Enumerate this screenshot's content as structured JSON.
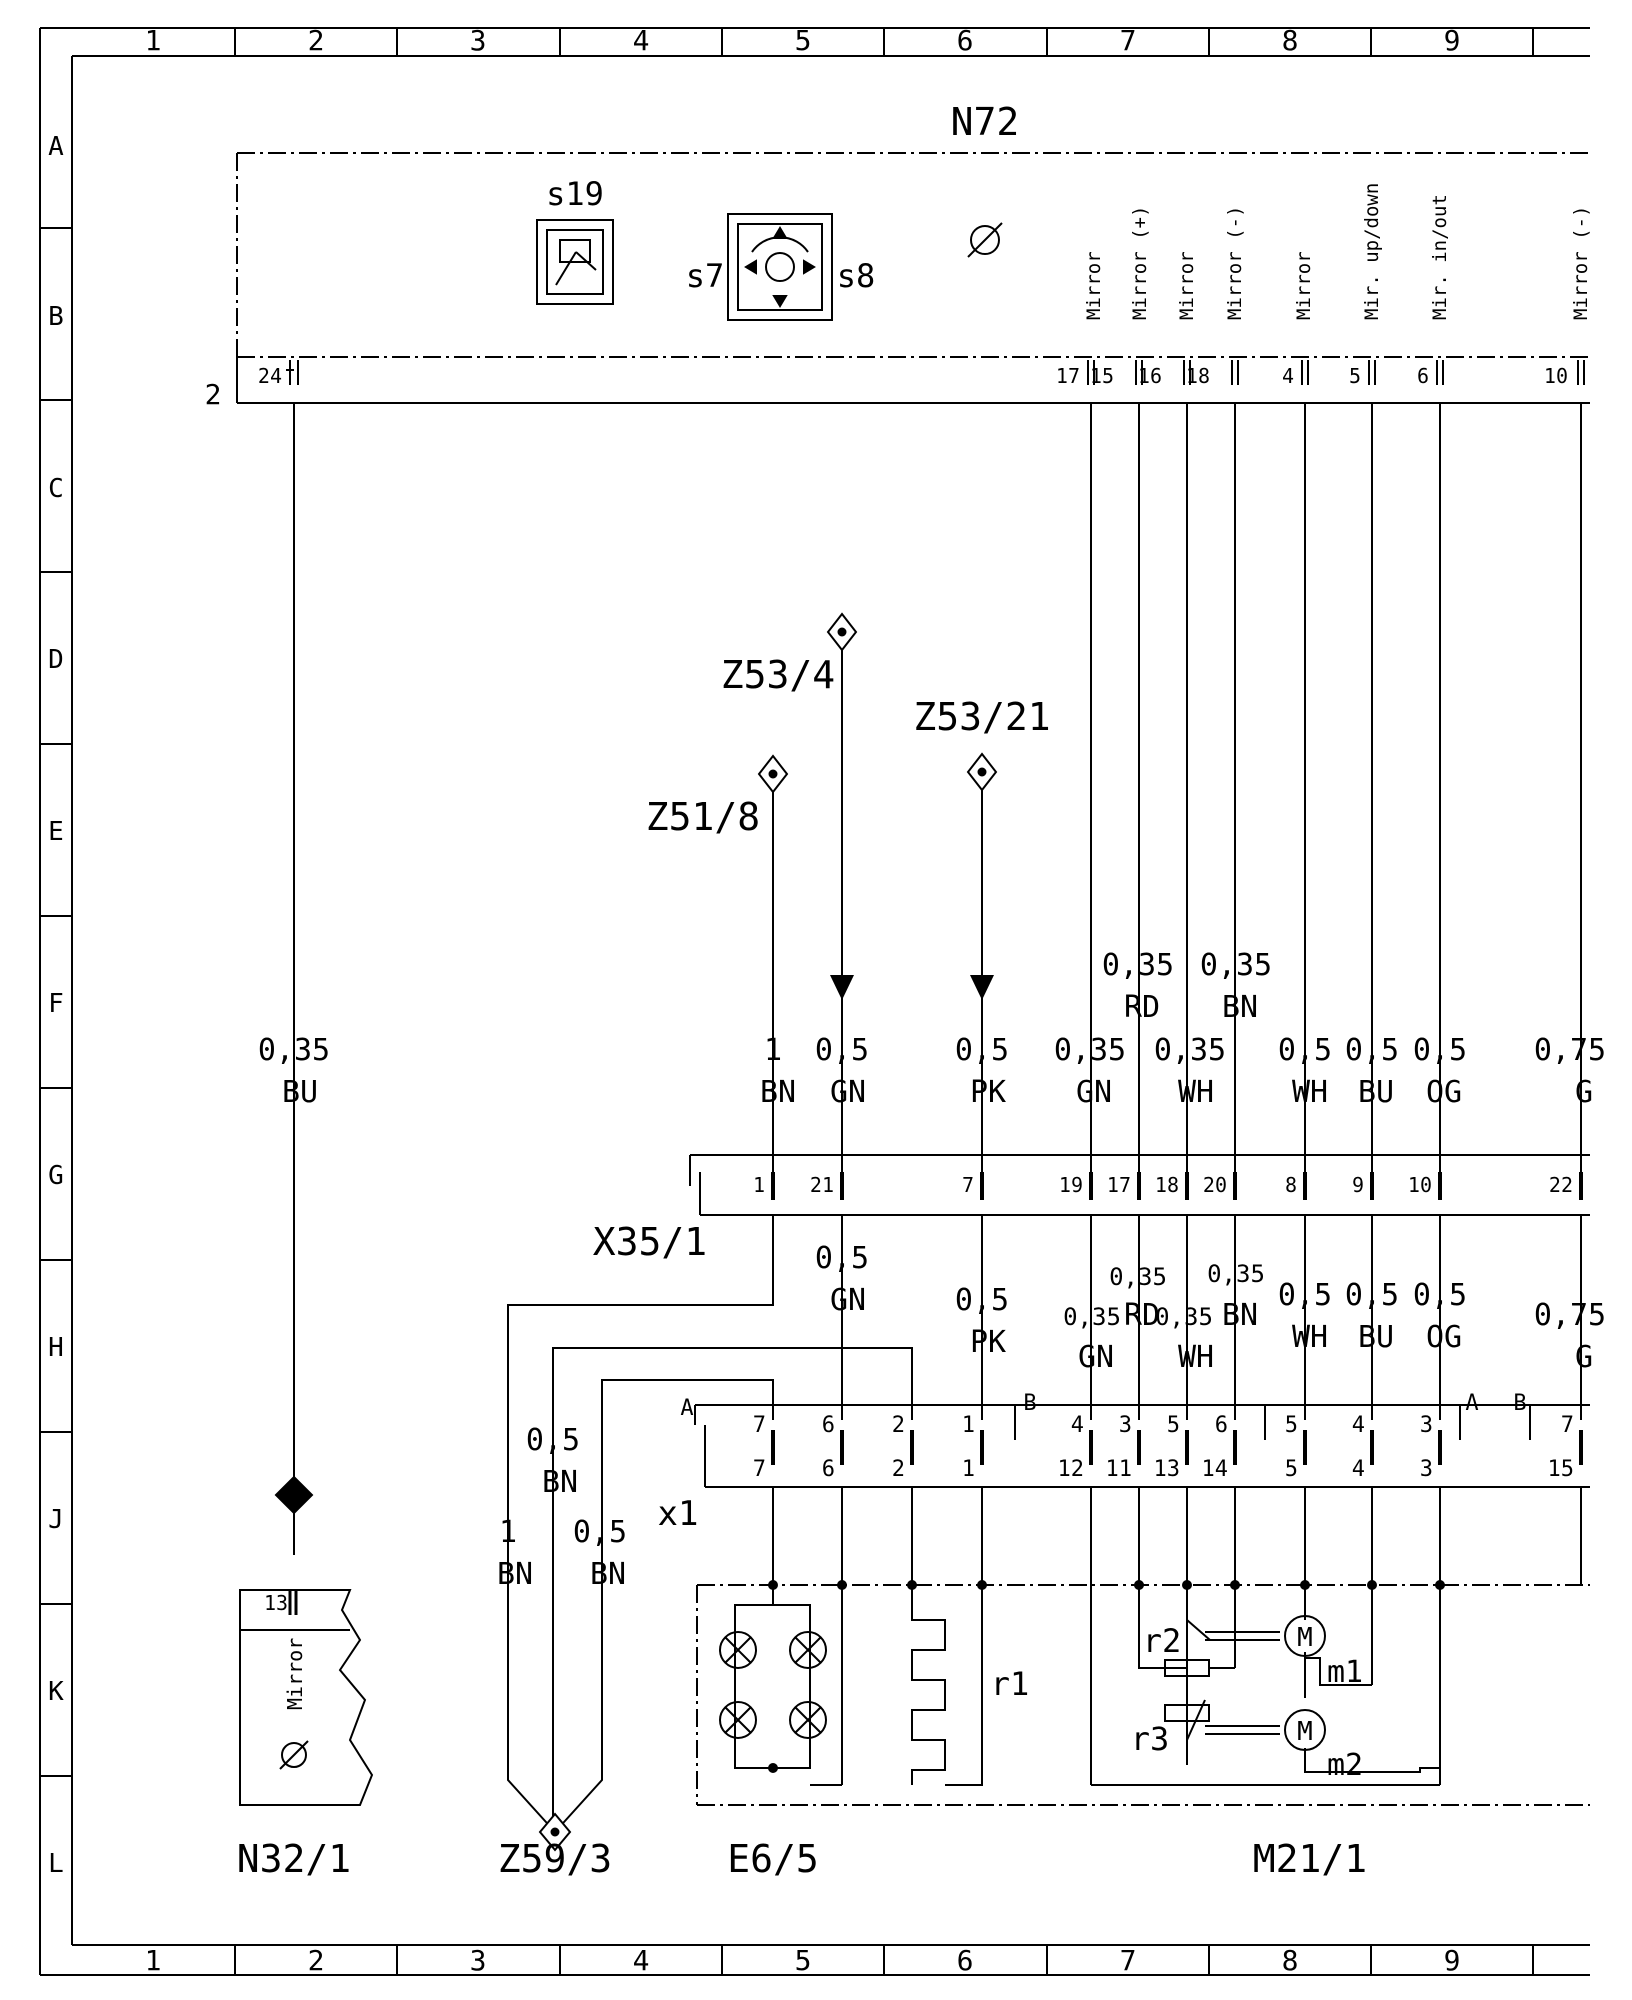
{
  "grid": {
    "columns": [
      "1",
      "2",
      "3",
      "4",
      "5",
      "6",
      "7",
      "8",
      "9"
    ],
    "rows": [
      "A",
      "B",
      "C",
      "D",
      "E",
      "F",
      "G",
      "H",
      "J",
      "K",
      "L"
    ]
  },
  "module": {
    "name": "N72",
    "switch_s19": "s19",
    "switch_s7": "s7",
    "switch_s8": "s8",
    "pin_group_label": "2",
    "pin_labels": [
      "Mirror",
      "Mirror (+)",
      "Mirror",
      "Mirror (-)",
      "Mirror",
      "Mir. up/down",
      "Mir. in/out",
      "Mirror (-)"
    ],
    "pins": [
      "24",
      "17",
      "15",
      "16",
      "18",
      "4",
      "5",
      "6",
      "10"
    ]
  },
  "ground_points": {
    "z53_4": "Z53/4",
    "z53_21": "Z53/21",
    "z51_8": "Z51/8",
    "z59_3": "Z59/3"
  },
  "wires_upper": [
    {
      "size": "0,35",
      "color": "BU"
    },
    {
      "size": "1",
      "color": "BN"
    },
    {
      "size": "0,5",
      "color": "GN"
    },
    {
      "size": "0,5",
      "color": "PK"
    },
    {
      "size": "0,35",
      "color": "GN"
    },
    {
      "size": "0,35",
      "color": "RD"
    },
    {
      "size": "0,35",
      "color": "WH"
    },
    {
      "size": "0,35",
      "color": "BN"
    },
    {
      "size": "0,5",
      "color": "WH"
    },
    {
      "size": "0,5",
      "color": "BU"
    },
    {
      "size": "0,5",
      "color": "OG"
    },
    {
      "size": "0,75",
      "color": "G"
    }
  ],
  "connector_x35_1": {
    "name": "X35/1",
    "pins": [
      "1",
      "21",
      "7",
      "19",
      "17",
      "18",
      "20",
      "8",
      "9",
      "10",
      "22"
    ]
  },
  "wires_lower": [
    {
      "size": "0,5",
      "color": "GN"
    },
    {
      "size": "0,5",
      "color": "PK"
    },
    {
      "size": "0,35",
      "color": "GN"
    },
    {
      "size": "0,35",
      "color": "RD"
    },
    {
      "size": "0,35",
      "color": "WH"
    },
    {
      "size": "0,35",
      "color": "BN"
    },
    {
      "size": "0,5",
      "color": "WH"
    },
    {
      "size": "0,5",
      "color": "BU"
    },
    {
      "size": "0,5",
      "color": "OG"
    },
    {
      "size": "0,75",
      "color": "G"
    }
  ],
  "ground_wires": [
    {
      "size": "0,5",
      "color": "BN"
    },
    {
      "size": "1",
      "color": "BN"
    },
    {
      "size": "0,5",
      "color": "BN"
    }
  ],
  "connector_x1": {
    "name": "x1",
    "section_a": "A",
    "section_b": "B",
    "top_pins": [
      "7",
      "6",
      "2",
      "1",
      "4",
      "3",
      "5",
      "6",
      "5",
      "4",
      "3",
      "7"
    ],
    "bottom_pins": [
      "7",
      "6",
      "2",
      "1",
      "12",
      "11",
      "13",
      "14",
      "5",
      "4",
      "3",
      "15"
    ]
  },
  "components": {
    "n32_1": {
      "name": "N32/1",
      "pin": "13",
      "label": "Mirror"
    },
    "e6_5": {
      "name": "E6/5",
      "heater": "r1"
    },
    "m21_1": {
      "name": "M21/1",
      "r2": "r2",
      "r3": "r3",
      "m1": "m1",
      "m2": "m2",
      "motor": "M"
    }
  }
}
